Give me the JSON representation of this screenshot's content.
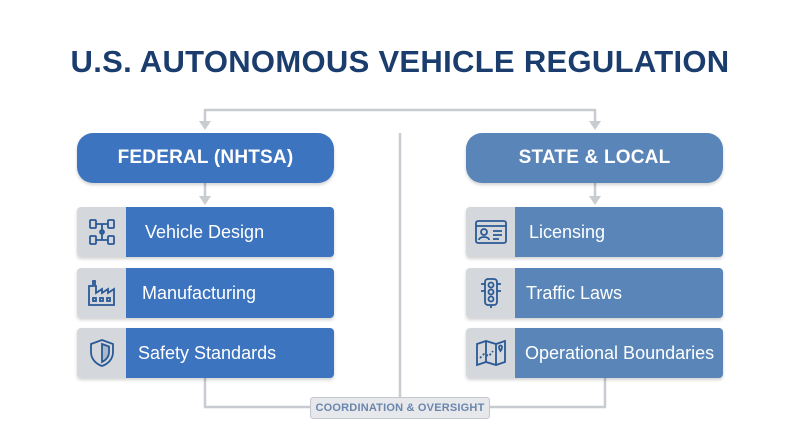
{
  "title": "U.S. AUTONOMOUS VEHICLE REGULATION",
  "federal": {
    "header": "FEDERAL (NHTSA)",
    "items": [
      {
        "label": "Vehicle Design",
        "icon": "chassis-icon"
      },
      {
        "label": "Manufacturing",
        "icon": "factory-icon"
      },
      {
        "label": "Safety Standards",
        "icon": "shield-icon"
      }
    ]
  },
  "state": {
    "header": "STATE & LOCAL",
    "items": [
      {
        "label": "Licensing",
        "icon": "id-card-icon"
      },
      {
        "label": "Traffic Laws",
        "icon": "traffic-light-icon"
      },
      {
        "label": "Operational Boundaries",
        "icon": "map-icon"
      }
    ]
  },
  "footer": {
    "coordination": "COORDINATION & OVERSIGHT"
  },
  "colors": {
    "title": "#1a3d6e",
    "federal": "#3d74bf",
    "state": "#5985b8",
    "connector": "#c8cbd0",
    "icon_bg": "#d4d7db",
    "icon_stroke": "#2a5a96"
  }
}
